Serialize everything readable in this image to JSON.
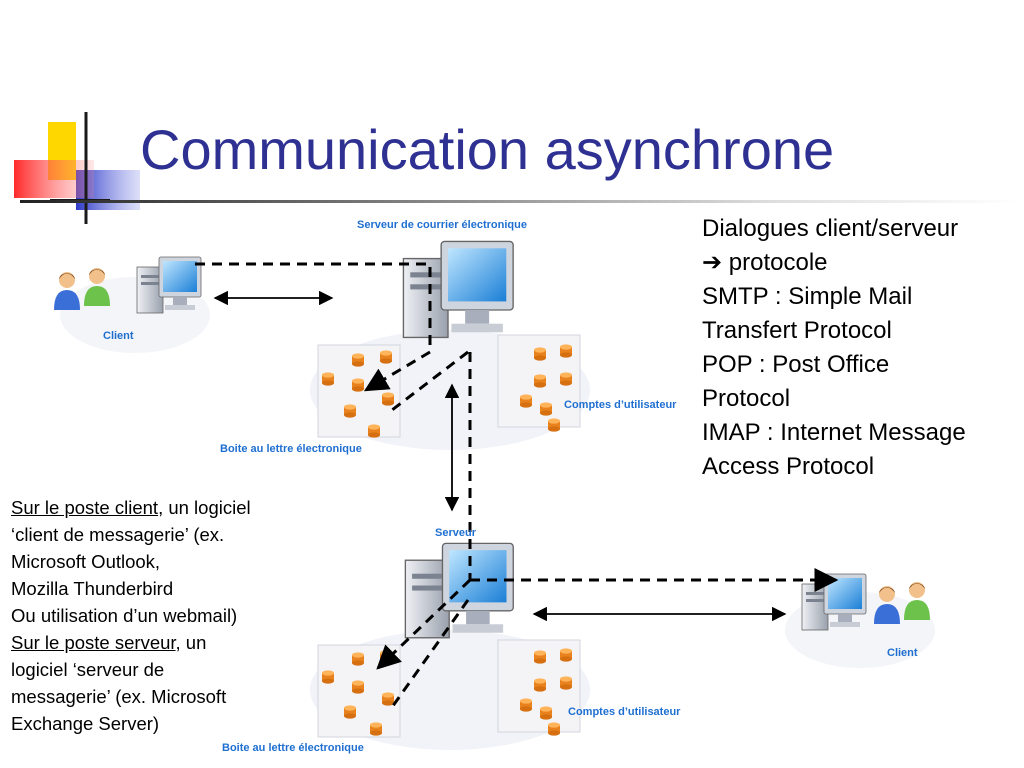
{
  "slide": {
    "title": "Communication asynchrone"
  },
  "diagram": {
    "labels": {
      "mail_server_top": "Serveur de courrier électronique",
      "client_top": "Client",
      "accounts_top": "Comptes d’utilisateur",
      "mailbox_top": "Boite au lettre électronique",
      "server_bottom": "Serveur",
      "client_bottom": "Client",
      "accounts_bottom": "Comptes d’utilisateur",
      "mailbox_bottom": "Boite au lettre électronique"
    }
  },
  "right_text": {
    "line1": "Dialogues client/serveur",
    "line2": "protocole",
    "line3": "SMTP : Simple Mail",
    "line4": "Transfert Protocol",
    "line5": "POP : Post Office",
    "line6": "Protocol",
    "line7": "IMAP : Internet Message",
    "line8": "Access Protocol"
  },
  "left_text": {
    "client_u": "Sur le poste client",
    "client_rest": ", un logiciel",
    "line2": "‘client de messagerie’ (ex.",
    "line3": "Microsoft Outlook,",
    "line4": "Mozilla Thunderbird",
    "line5": "Ou utilisation d’un webmail)",
    "server_u": "Sur le poste serveur",
    "server_rest": ", un",
    "line7": "logiciel ‘serveur de",
    "line8": "messagerie’ (ex. Microsoft",
    "line9": "Exchange Server)"
  },
  "colors": {
    "title": "#2E3192",
    "label": "#1f6fd1",
    "deco_yellow": "#FFD700",
    "deco_blue": "#2E3AC8",
    "deco_red": "#FF3B3B"
  },
  "icons": {
    "arrow_bullet": "right-arrow-icon",
    "people": "users-icon",
    "computer": "computer-icon",
    "database": "database-icon"
  }
}
